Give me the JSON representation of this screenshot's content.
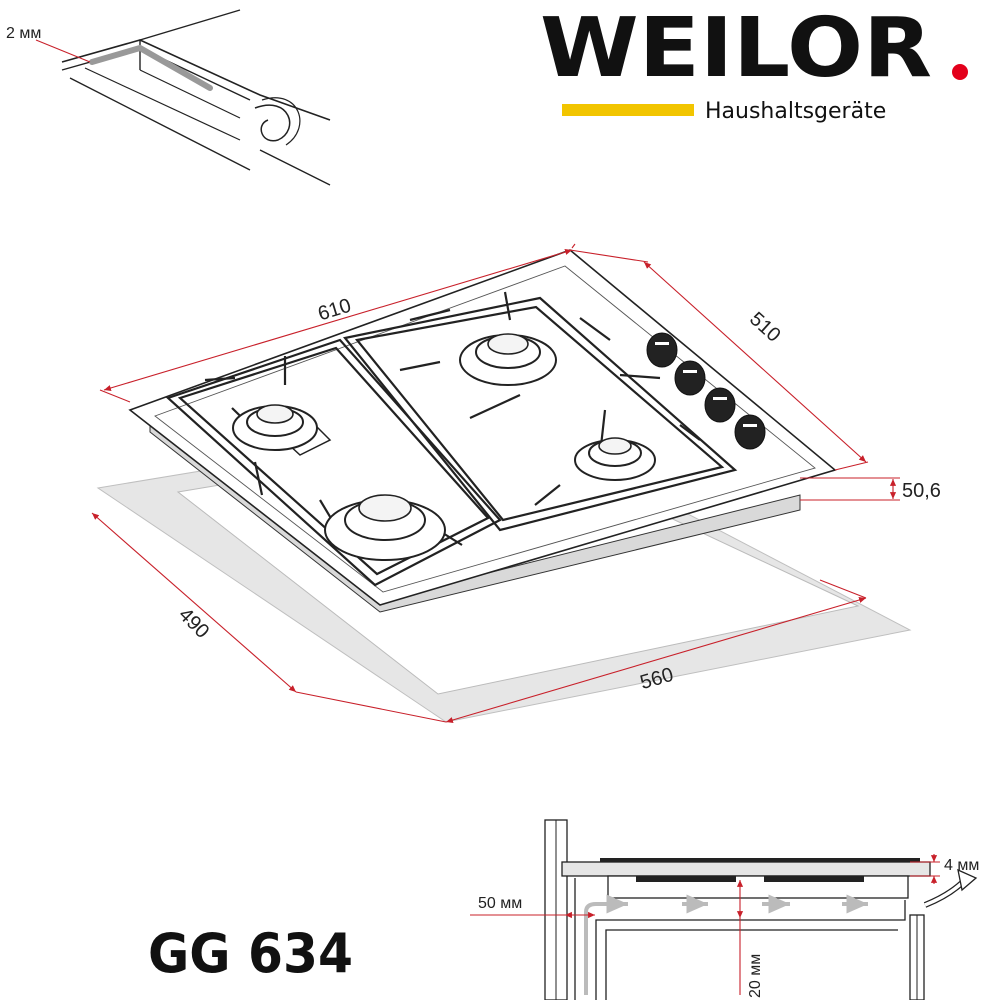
{
  "brand": {
    "name": "WEILOR",
    "dot": ".",
    "tagline": "Haushaltsgeräte",
    "colors": {
      "text": "#111111",
      "dot": "#e3001b",
      "bar": "#f2c500"
    }
  },
  "model": "GG 634",
  "dimensions": {
    "width": "610",
    "depth": "510",
    "height": "50,6",
    "cutout_depth": "490",
    "cutout_width": "560"
  },
  "seal_detail": {
    "thickness": "2 мм"
  },
  "install_detail": {
    "gap_top": "4 мм",
    "gap_side": "50 мм",
    "gap_bottom": "20 мм"
  },
  "colors": {
    "dimension_line": "#c8202a",
    "cutout": "#e6e6e6",
    "outline": "#222222"
  }
}
